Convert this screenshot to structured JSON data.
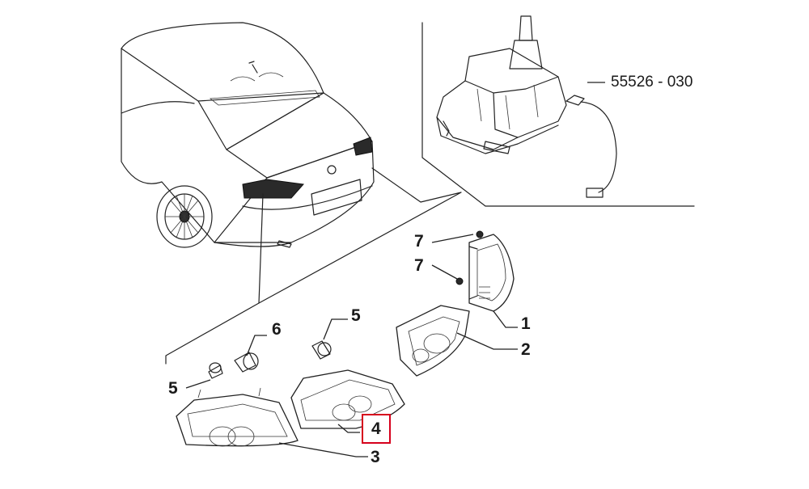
{
  "callouts": {
    "c1": "1",
    "c2": "2",
    "c3": "3",
    "c4": "4",
    "c5a": "5",
    "c5b": "5",
    "c6": "6",
    "c7a": "7",
    "c7b": "7",
    "ref": "55526 - 030"
  },
  "colors": {
    "highlight_box": "#d6001c",
    "line": "#222222"
  }
}
